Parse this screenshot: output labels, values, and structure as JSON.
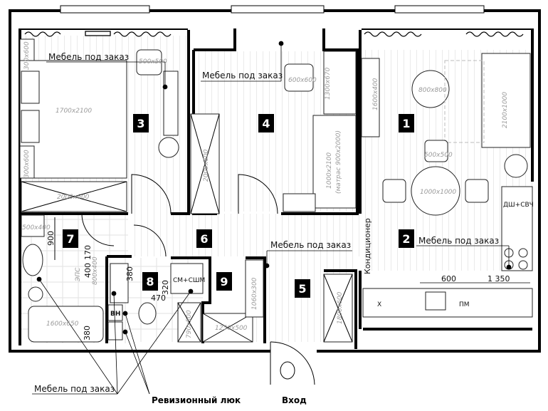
{
  "rooms": [
    "1",
    "2",
    "3",
    "4",
    "5",
    "6",
    "7",
    "8",
    "9"
  ],
  "labels": {
    "custom_furniture": "Мебель под заказ",
    "inspection_hatch": "Ревизионный люк",
    "entrance": "Вход",
    "air_conditioner": "Кондиционер",
    "eps": "ЭПС"
  },
  "furniture": {
    "r3_shelf_top": "300x600",
    "r3_chair": "500x500",
    "r3_bed": "1700x2100",
    "r3_shelf_bottom": "300x600",
    "r3_wardrobe": "2000x600",
    "r7_cabinet": "500x400",
    "r7_bath": "1600x650",
    "r7_eps": "800x400",
    "r4_chair": "600x600",
    "r4_desk": "1300x670",
    "r4_wardrobe": "2000x600",
    "r4_bed": "1000x2100",
    "r4_bed_note": "(матрас 900x2000)",
    "r1_tv": "1600x400",
    "r1_table_small": "800x800",
    "r1_sofa": "2100x1000",
    "r1_chair": "500x500",
    "r1_table": "1000x1000",
    "r2_appliance": "ДШ+СВЧ",
    "r8_washer": "СМ+СШМ",
    "r8_heater": "ВН",
    "r9_shelf": "1060x300",
    "r9_wardrobe": "1250x500",
    "r9_closet": "790x500",
    "r5_wardrobe": "1800x600",
    "kitchen_x": "Х",
    "kitchen_pm": "ПМ"
  },
  "dimensions": {
    "d900": "900",
    "d400": "400",
    "d170": "170",
    "d380_a": "380",
    "d380_b": "380",
    "d320": "320",
    "d470": "470",
    "d600": "600",
    "d1350": "1 350"
  }
}
